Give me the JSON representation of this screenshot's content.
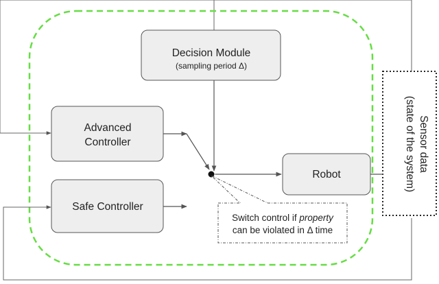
{
  "diagram": {
    "decision_module": {
      "title": "Decision Module",
      "subtitle": "(sampling period Δ)"
    },
    "advanced_controller": {
      "line1": "Advanced",
      "line2": "Controller"
    },
    "safe_controller": {
      "label": "Safe Controller"
    },
    "robot": {
      "label": "Robot"
    },
    "sensor": {
      "line1": "Sensor data",
      "line2": "(state of the system)"
    },
    "switch_note": {
      "line1_prefix": "Switch control if ",
      "line1_emph": "property",
      "line2": "can be violated in Δ time"
    },
    "colors": {
      "box_fill": "#eeeeee",
      "box_stroke": "#555555",
      "line": "#555555",
      "safe_zone": "#66dd44",
      "switch_dot": "#111111"
    }
  }
}
